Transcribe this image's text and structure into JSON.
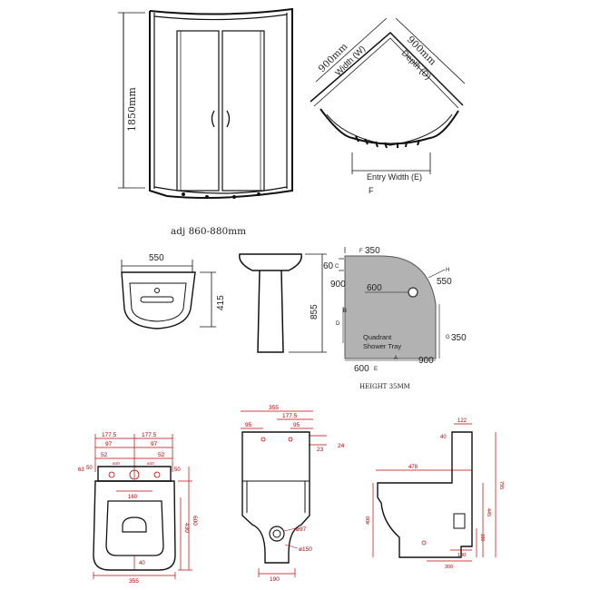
{
  "shower_enclosure": {
    "height": "1850mm",
    "adjust_width": "adj 860-880mm",
    "width": "900mm",
    "depth": "900mm",
    "width_label": "Width (W)",
    "depth_label": "Depth (D)",
    "entry_label": "Entry Width (E)",
    "f_label": "F"
  },
  "basin": {
    "width": "550",
    "depth": "415",
    "pedestal_height": "855"
  },
  "shower_tray": {
    "f": "F",
    "f_value": "350",
    "c": "C",
    "c_value": "60",
    "h": "H",
    "h_value": "550",
    "left_value": "900",
    "radius_value": "600",
    "b": "B",
    "d": "D",
    "g": "G",
    "g_value": "350",
    "a": "A",
    "e": "E",
    "bottom_e_value": "600",
    "bottom_a_value": "900",
    "name_line1": "Quadrant",
    "name_line2": "Shower Tray",
    "height_note": "HEIGHT 35MM"
  },
  "wc_plan": {
    "d1775a": "177.5",
    "d1775b": "177.5",
    "d97a": "97",
    "d97b": "97",
    "d52a": "52",
    "d52b": "52",
    "d63": "63",
    "d50a": "50",
    "d50b": "50",
    "d160": "160",
    "d600": "600",
    "d430": "430",
    "d40": "40",
    "d355": "355",
    "phi_a": "ø10",
    "phi_b": "ø10"
  },
  "wc_rear": {
    "d355": "355",
    "d1775": "177.5",
    "d95a": "95",
    "d95b": "95",
    "d23": "23",
    "d24": "24",
    "phi97": "ø97",
    "phi150": "ø150",
    "d190": "190"
  },
  "wc_side": {
    "d122": "122",
    "d40": "40",
    "d478": "478",
    "d400": "400",
    "d795": "795",
    "d445": "445",
    "d180": "180",
    "d130": "130",
    "d300": "300"
  }
}
